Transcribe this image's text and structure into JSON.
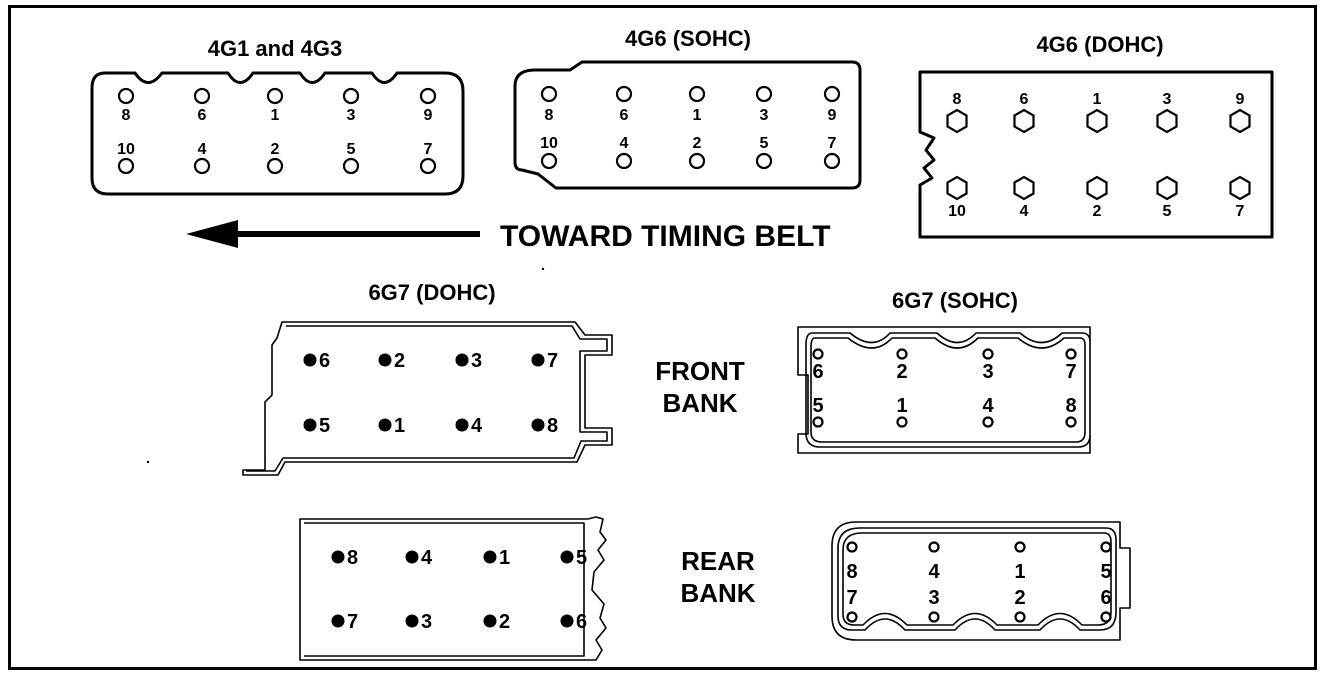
{
  "direction_label": "TOWARD TIMING BELT",
  "front_bank_label": [
    "FRONT",
    "BANK"
  ],
  "rear_bank_label": [
    "REAR",
    "BANK"
  ],
  "diagrams": {
    "g4g1": {
      "title": "4G1 and 4G3",
      "top": [
        "8",
        "6",
        "1",
        "3",
        "9"
      ],
      "bottom": [
        "10",
        "4",
        "2",
        "5",
        "7"
      ]
    },
    "g4g6s": {
      "title": "4G6 (SOHC)",
      "top": [
        "8",
        "6",
        "1",
        "3",
        "9"
      ],
      "bottom": [
        "10",
        "4",
        "2",
        "5",
        "7"
      ]
    },
    "g4g6d": {
      "title": "4G6 (DOHC)",
      "top": [
        "8",
        "6",
        "1",
        "3",
        "9"
      ],
      "bottom": [
        "10",
        "4",
        "2",
        "5",
        "7"
      ]
    },
    "g6g7d_front": {
      "title": "6G7 (DOHC)",
      "top": [
        "6",
        "2",
        "3",
        "7"
      ],
      "bottom": [
        "5",
        "1",
        "4",
        "8"
      ]
    },
    "g6g7s_front": {
      "title": "6G7 (SOHC)",
      "top": [
        "6",
        "2",
        "3",
        "7"
      ],
      "bottom": [
        "5",
        "1",
        "4",
        "8"
      ]
    },
    "g6g7d_rear": {
      "top": [
        "8",
        "4",
        "1",
        "5"
      ],
      "bottom": [
        "7",
        "3",
        "2",
        "6"
      ]
    },
    "g6g7s_rear": {
      "top": [
        "8",
        "4",
        "1",
        "5"
      ],
      "bottom": [
        "7",
        "3",
        "2",
        "6"
      ]
    }
  }
}
